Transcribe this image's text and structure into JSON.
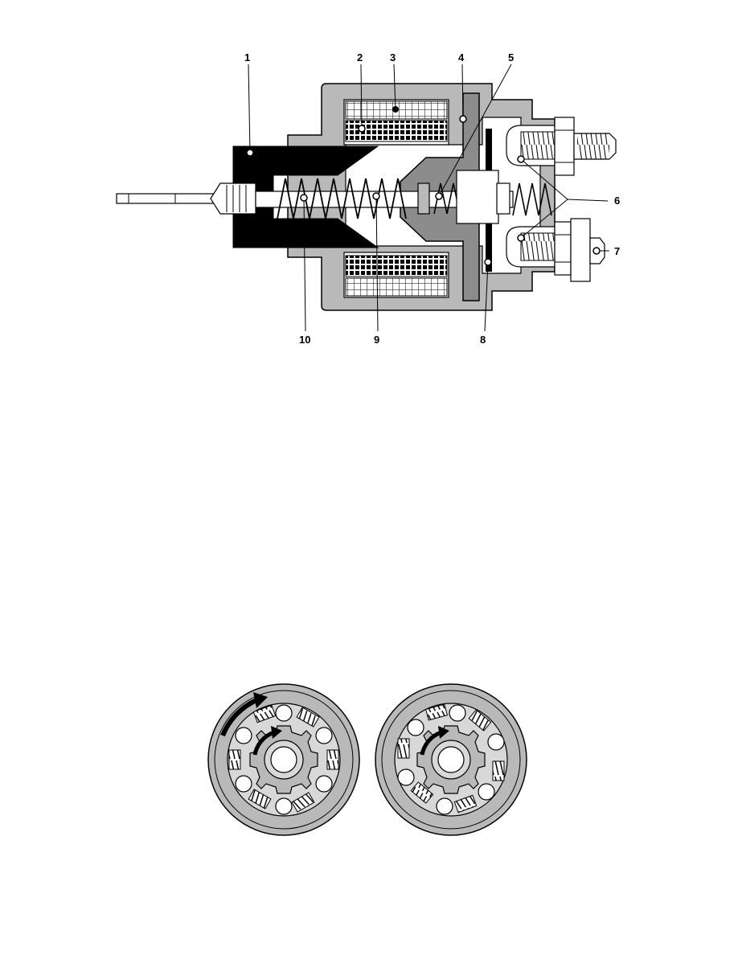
{
  "solenoid": {
    "labels": {
      "l1": "1",
      "l2": "2",
      "l3": "3",
      "l4": "4",
      "l5": "5",
      "l6": "6",
      "l7": "7",
      "l8": "8",
      "l9": "9",
      "l10": "10"
    }
  },
  "colors": {
    "housing": "#b9b9b9",
    "dark_gray": "#8c8c8c",
    "black": "#000000",
    "light": "#f0f0f0",
    "white": "#ffffff"
  }
}
